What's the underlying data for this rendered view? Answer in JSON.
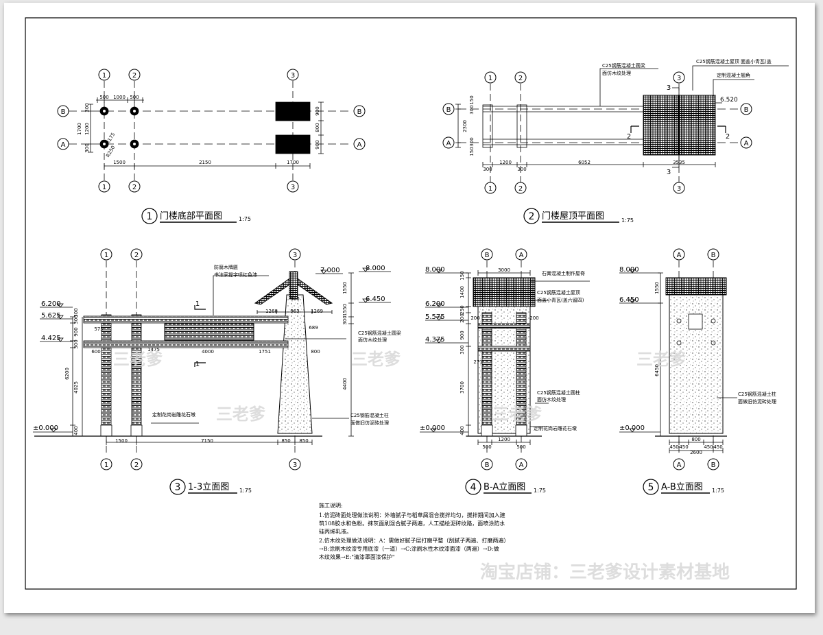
{
  "views": [
    {
      "num": "1",
      "title": "门楼底部平面图",
      "scale": "1:75"
    },
    {
      "num": "2",
      "title": "门楼屋顶平面图",
      "scale": "1:75"
    },
    {
      "num": "3",
      "title": "1-3立面图",
      "scale": "1:75"
    },
    {
      "num": "4",
      "title": "B-A立面图",
      "scale": "1:75"
    },
    {
      "num": "5",
      "title": "A-B立面图",
      "scale": "1:75"
    }
  ],
  "grid": {
    "g1": "1",
    "g2": "2",
    "g3": "3",
    "gA": "A",
    "gB": "B"
  },
  "plan1": {
    "top_dims": [
      "500",
      "1000",
      "500"
    ],
    "left_dims": [
      "1700",
      "300",
      "1200",
      "300"
    ],
    "right_dims": [
      "900",
      "800",
      "900"
    ],
    "r175": "R175",
    "r250": "R250",
    "bottom_dims": [
      "1500",
      "2150",
      "1700"
    ]
  },
  "plan2": {
    "notes": [
      "C25钢筋混凝土圆梁",
      "面仿木纹处理",
      "C25钢筋混凝土屋顶  面盖小青瓦(盖",
      "定制混凝土翘角"
    ],
    "elev": "6.520",
    "left_dims": [
      "150",
      "300",
      "2300",
      "300",
      "150"
    ],
    "bottom_dims": [
      "300",
      "1200",
      "300",
      "6052",
      "3535"
    ],
    "sec2": "2",
    "sec3": "3"
  },
  "elev3": {
    "levels": [
      "6.200",
      "5.625",
      "4.425",
      "±0.000",
      "7.000",
      "8.000",
      "6.450"
    ],
    "notes": [
      "防腐木牌匾",
      "书法家提字喷红色漆",
      "C25钢筋混凝土圆梁",
      "面仿木纹处理",
      "定制花岗岩雕花石墩",
      "C25钢筋混凝土柱",
      "面做旧仿泥砖处理"
    ],
    "left_dims": [
      "300",
      "300",
      "900",
      "300",
      "4025",
      "400",
      "6200"
    ],
    "right_dims": [
      "1550",
      "1550",
      "300",
      "4400"
    ],
    "inner_dims": [
      "575",
      "1475",
      "4000",
      "1751",
      "600",
      "800",
      "1268",
      "963",
      "1269",
      "689",
      "900"
    ],
    "bottom_dims": [
      "1500",
      "7150",
      "850",
      "850"
    ],
    "sec1": "1"
  },
  "elev4": {
    "levels": [
      "8.000",
      "6.200",
      "5.575",
      "4.375",
      "±0.000"
    ],
    "notes": [
      "石膏混凝土制作屋脊",
      "C25钢筋混凝土屋顶",
      "面盖小青瓦(盖六留四)",
      "C25钢筋混凝土圆柱",
      "面仿木纹处理",
      "定制花岗岩雕花石墩"
    ],
    "top_dim": "3000",
    "left_dims": [
      "150",
      "1400",
      "250",
      "200",
      "900",
      "300",
      "3700",
      "400"
    ],
    "inner_dims": [
      "200",
      "200",
      "271"
    ],
    "bottom_dims": [
      "500",
      "1200",
      "500"
    ]
  },
  "elev5": {
    "levels": [
      "8.000",
      "6.450",
      "±0.000"
    ],
    "notes": [
      "C25钢筋混凝土柱",
      "面做旧仿泥砖处理"
    ],
    "left_dims": [
      "1550",
      "6450"
    ],
    "bottom_dims": [
      "450",
      "450",
      "800",
      "450",
      "450",
      "2600"
    ]
  },
  "notes": {
    "heading": "施工说明:",
    "lines": [
      "1.仿泥砖面处理做法说明：外墙腻子与稻草屑混合搅拌均匀，搅拌期间加入建",
      "筑108胶水和色粉。抹灰面刷混合腻子两遍，人工描绘泥砖纹路，面喷涂防水",
      "硅丙烯乳液。",
      "2.仿木纹处理做法说明：A：需做好腻子层打磨平整（刮腻子两遍、打磨两遍）",
      "→B:涂刷木纹漆专用底漆（一道）→C:涂刷水性木纹漆面漆（两遍）→D:做",
      "木纹效果→E:\"清漆罩面漆保护\""
    ]
  },
  "watermark": {
    "small": "三老爹",
    "big": "淘宝店铺：三老爹设计素材基地"
  }
}
